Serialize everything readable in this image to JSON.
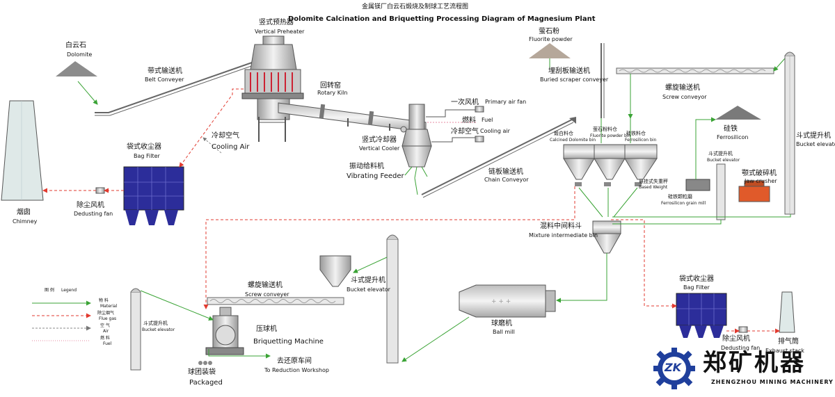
{
  "title": {
    "zh": "金属镁厂白云石煅烧及制球工艺流程图",
    "en": "Dolomite Calcination and Briquetting Processing Diagram of Magnesium Plant"
  },
  "equipment": {
    "dolomite": {
      "zh": "白云石",
      "en": "Dolomite"
    },
    "belt_conveyor": {
      "zh": "带式输送机",
      "en": "Belt Conveyer"
    },
    "vertical_preheater": {
      "zh": "竖式预热器",
      "en": "Vertical Preheater"
    },
    "rotary_kiln": {
      "zh": "回转窑",
      "en": "Rotary Kiln"
    },
    "primary_air_fan": {
      "zh": "一次风机",
      "en": "Primary air fan"
    },
    "fuel": {
      "zh": "燃料",
      "en": "Fuel"
    },
    "cooling_air_right": {
      "zh": "冷却空气",
      "en": "Cooling air"
    },
    "vertical_cooler": {
      "zh": "竖式冷却器",
      "en": "Vertical Cooler"
    },
    "vibrating_feeder": {
      "zh": "振动给料机",
      "en": "Vibrating Feeder"
    },
    "chain_conveyor": {
      "zh": "链板输送机",
      "en": "Chain Conveyor"
    },
    "fluorite_powder": {
      "zh": "萤石粉",
      "en": "Fluorite powder"
    },
    "buried_scraper": {
      "zh": "埋刮板输送机",
      "en": "Buried scraper conveyer"
    },
    "screw_conveyor_top": {
      "zh": "螺旋输送机",
      "en": "Screw conveyor"
    },
    "calcined_bin": {
      "zh": "煅白料仓",
      "en": "Calcined Dolomite bin"
    },
    "fluorite_bin": {
      "zh": "萤石粉料仓",
      "en": "Fluorite powder bin"
    },
    "ferrosilicon_bin": {
      "zh": "硅铁料仓",
      "en": "Ferrosilicon bin"
    },
    "based_weight": {
      "zh": "悬挂式失重秤",
      "en": "Based Weight"
    },
    "ferrosilicon": {
      "zh": "硅铁",
      "en": "Ferrosilicon"
    },
    "bucket_elevator_mid": {
      "zh": "斗式提升机",
      "en": "Bucket elevator"
    },
    "jaw_crusher": {
      "zh": "颚式破碎机",
      "en": "Jaw crusher"
    },
    "ferrosilicon_grain_mill": {
      "zh": "硅铁颗粒磨",
      "en": "Ferrosilicon grain mill"
    },
    "bucket_elevator_right": {
      "zh": "斗式提升机",
      "en": "Bucket elevator"
    },
    "cooling_air_left": {
      "zh": "冷却空气",
      "en": "Cooling Air"
    },
    "bag_filter_left": {
      "zh": "袋式收尘器",
      "en": "Bag Filter"
    },
    "dedusting_fan_left": {
      "zh": "除尘风机",
      "en": "Dedusting fan"
    },
    "chimney": {
      "zh": "烟囱",
      "en": "Chimney"
    },
    "mixture_bin": {
      "zh": "混料中间料斗",
      "en": "Mixture intermediate bin"
    },
    "bucket_elevator_center": {
      "zh": "斗式提升机",
      "en": "Bucket elevator"
    },
    "screw_conveyor_bottom": {
      "zh": "螺旋输送机",
      "en": "Screw conveyer"
    },
    "ball_mill": {
      "zh": "球磨机",
      "en": "Ball mill"
    },
    "bucket_elevator_left": {
      "zh": "斗式提升机",
      "en": "Bucket elevator"
    },
    "briquetting_machine": {
      "zh": "压球机",
      "en": "Briquetting Machine"
    },
    "packaged": {
      "zh": "球团装袋",
      "en": "Packaged"
    },
    "to_reduction": {
      "zh": "去还原车间",
      "en": "To Reduction Workshop"
    },
    "bag_filter_right": {
      "zh": "袋式收尘器",
      "en": "Bag Filter"
    },
    "dedusting_fan_right": {
      "zh": "除尘风机",
      "en": "Dedusting fan"
    },
    "exhaust_stack": {
      "zh": "排气筒",
      "en": "Exhaust stack"
    }
  },
  "legend": {
    "title_zh": "图 例",
    "title_en": "Legend",
    "items": [
      {
        "zh": "物 料",
        "en": "Material",
        "color": "#3aa335",
        "style": "solid"
      },
      {
        "zh": "除尘烟气",
        "en": "Flue gas",
        "color": "#e23a2f",
        "style": "dashed"
      },
      {
        "zh": "空 气",
        "en": "Air",
        "color": "#8a8a8a",
        "style": "dashed"
      },
      {
        "zh": "燃 料",
        "en": "Fuel",
        "color": "#e58aa0",
        "style": "dotted"
      }
    ]
  },
  "brand": {
    "logo_text": "ZK",
    "name_zh": "郑矿机器",
    "name_en": "ZHENGZHOU MINING MACHINERY",
    "colors": {
      "logo_blue": "#1f3f9c",
      "equipment_blue": "#2c2d9a",
      "material_line": "#3aa335",
      "flue_gas": "#e23a2f"
    }
  }
}
